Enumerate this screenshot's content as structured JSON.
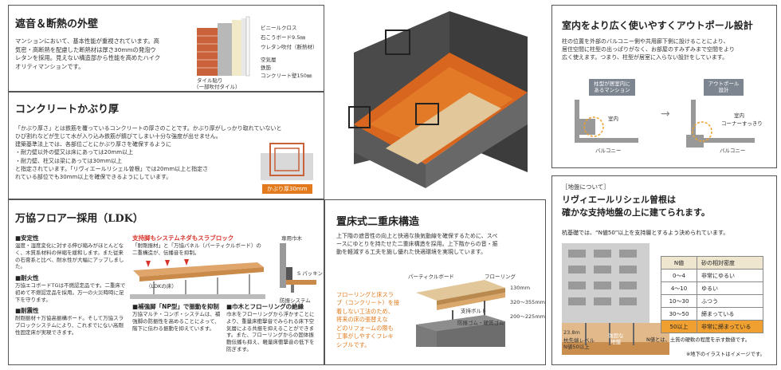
{
  "soundproof": {
    "title": "遮音＆断熱の外壁",
    "body": [
      "マンションにおいて、基本性能が重視されています。高",
      "気密・高断熱を配慮した断熱材は厚さ30mmの発泡ウ",
      "レタンを採用。見えない構造部から性能を高めたハイク",
      "オリティマンションです。"
    ],
    "labels": [
      "ビニールクロス",
      "石こうボード9.5㎜",
      "ウレタン吹付（断熱材）",
      "空気層",
      "鉄筋",
      "コンクリート壁150㎜"
    ],
    "tile_label": [
      "タイル貼り",
      "（一部吹付タイル）"
    ]
  },
  "cover": {
    "title": "コンクリートかぶり厚",
    "body": [
      "「かぶり厚さ」とは鉄筋を覆っているコンクリートの厚さのことです。かぶり厚がしっかり取れていないと",
      "ひび割れなどが生じて水が入り込み鉄筋が錆びてしまい十分な強度が出せません。",
      "建築基準法上では、各部位ごとにかぶり厚さを確保するように",
      "・耐力壁以外の壁又は床にあっては20mm以上",
      "・耐力壁、柱又は梁にあっては30mm以上",
      "と指定されています。「リヴィエールリシェル曽根」では20mm以上と指定さ",
      "れている部位でも30mm以上を確保できるようにしています。"
    ],
    "badge": "かぶり厚30mm"
  },
  "floor": {
    "title": "万協フロアー採用（LDK）",
    "stability_head": "■安定性",
    "stability": "温度・湿度変化に対する伸び縮みがほとんどなく、木質系材料の伴縮を緩和します。また従来の石膏系と比べ、耐水性が大幅にアップしました。",
    "fire_head": "■耐火性",
    "fire": "万協エコボードTGは不燃認定品です。二重床で初めて不燃認定品を採用。万一の火災時時に足下を守ります。",
    "quake_head": "■耐震性",
    "quake": "耐剛振材＋万協高振構ボード。そして万協スラブロックシステムにより、これまでにない高剛性固定床が実現できます。",
    "red_head": "支持脚もシステムネダもスラブロック",
    "red_sub": "「耐剛振材」と「万協パネル（パーティクルボード）の二重構造が、伝播音を抑制。",
    "ldk": "（LDKの床）",
    "leg_head": "■補強脚「NP型」で振動を抑制",
    "leg": "万協マルチ・コンポ・システムは、補強脚の防振性を高めることによって、階下に伝わる振動を抑えています。",
    "base_head": "■巾木とフローリングの絶縁",
    "base": "巾木をフローリングから浮かすことにより、重量床衝撃音でみられる床下空気層による共振を抑えることができます。また、フローリングからの固体振動伝播も抑え、軽量床衝撃音の低下を防ぎます。",
    "side_label": "専用巾木",
    "packing": "S パッキン",
    "system": "防振システム"
  },
  "double": {
    "title": "置床式二重床構造",
    "body": [
      "上下階の遮音性の向上と快適な換気動線を確保するために、スペ",
      "ースにゆとりを持たせた二重床構造を採用。上下階からの音・振",
      "動を軽減する工夫を施し優れた快適環境を実現しています。"
    ],
    "note": [
      "フローリングと床スラ",
      "ブ（コンクリート）を接",
      "着しない工法のため、",
      "将来の床の張替えな",
      "どのリフォームの際も",
      "工事がしやすくフレキ",
      "シブルです。"
    ],
    "labels": {
      "board": "パーティクルボード",
      "flooring": "フローリング",
      "bolt": "支持ボルト",
      "rubber": "防振ゴム・硬質ゴム",
      "dim1": "130mm",
      "dim2": "200〜225mm",
      "dim3": "320〜355mm"
    }
  },
  "outpole": {
    "title": "室内をより広く使いやすくアウトポール設計",
    "body": [
      "柱の位置を外部のバルコニー側や共用廊下側に設けることにより、",
      "居住空間に柱型の出っぱりがなく、お部屋のすみずみまで空間をより",
      "広く使えます。つまり、柱型が居室に入らない設計をしています。"
    ],
    "left_tag": [
      "柱型が居室内に",
      "あるマンション"
    ],
    "right_tag": [
      "アウトポール",
      "設計"
    ],
    "room": "室内",
    "room_right": "コーナーすっきり",
    "balcony": "バルコニー",
    "arrow": "→"
  },
  "ground": {
    "tag": "［地盤について］",
    "title": [
      "リヴィエールリシェル曽根は",
      "確かな支持地盤の上に建てられます。"
    ],
    "sub": "杭基礎では、“N値50”以上を支持層とするよう決められています。",
    "table_head": [
      "N値",
      "砂の相対密度"
    ],
    "table_rows": [
      [
        "0〜4",
        "非常にゆるい"
      ],
      [
        "4〜10",
        "ゆるい"
      ],
      [
        "10〜30",
        "ふつう"
      ],
      [
        "30〜50",
        "締まっている"
      ],
      [
        "50以上",
        "非常に締まっている"
      ]
    ],
    "depth": "23.8m",
    "pile_label": [
      "杭先端レベル",
      "N値50以上"
    ],
    "strong": [
      "強固な",
      "地盤"
    ],
    "note": "N値とは、土質の硬軟の程度を示す数値です。",
    "illustration": "※地下のイラストはイメージです。"
  },
  "colors": {
    "orange": "#e27a1c",
    "red": "#d8332a",
    "gray": "#7d8590",
    "highlight": "#f0a030"
  }
}
